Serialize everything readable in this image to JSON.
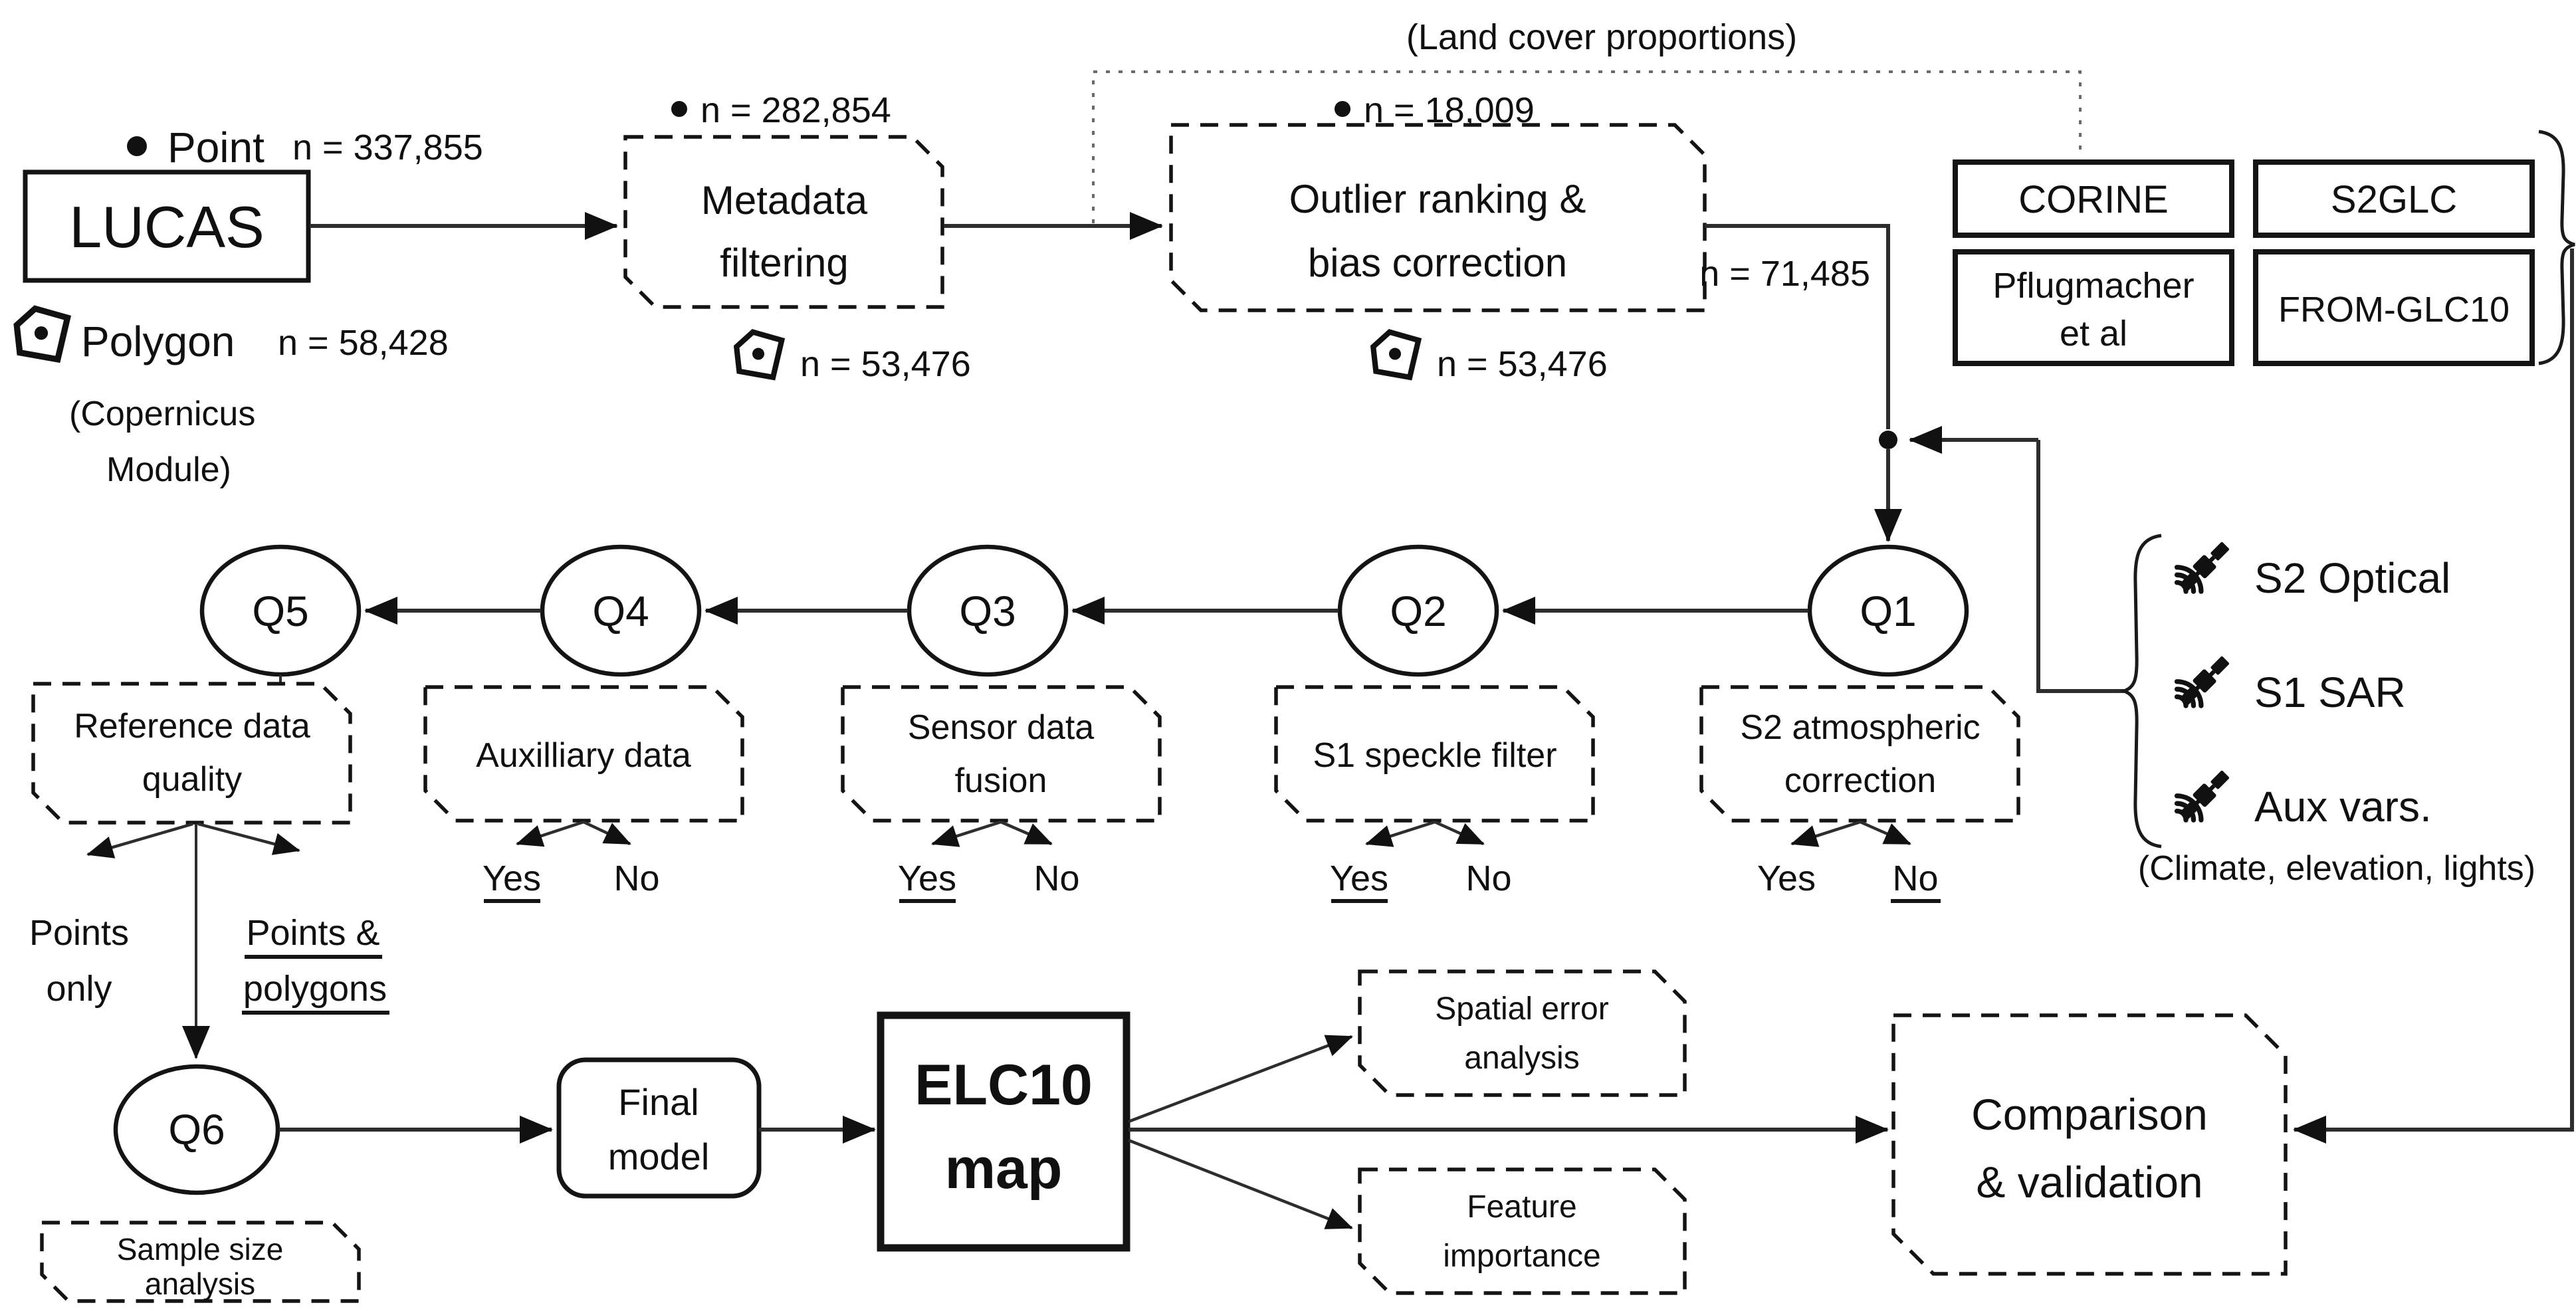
{
  "figure": {
    "legend": {
      "point_label": "Point",
      "point_n": "n = 337,855",
      "polygon_label": "Polygon",
      "polygon_n": "n = 58,428",
      "copernicus_line1": "(Copernicus",
      "copernicus_line2": "Module)"
    },
    "lucas": {
      "label": "LUCAS"
    },
    "metadata": {
      "line1": "Metadata",
      "line2": "filtering",
      "points_n": "n = 282,854",
      "polygons_n": "n = 53,476"
    },
    "outlier": {
      "line1": "Outlier ranking &",
      "line2": "bias correction",
      "points_n": "n = 18,009",
      "polygons_n": "n = 53,476",
      "output_n": "n = 71,485"
    },
    "land_cover_note": "(Land cover proportions)",
    "reference_maps": {
      "corine": "CORINE",
      "s2glc": "S2GLC",
      "pflugmacher_line1": "Pflugmacher",
      "pflugmacher_line2": "et al",
      "from_glc10": "FROM-GLC10"
    },
    "satellite_inputs": {
      "s2_optical": "S2 Optical",
      "s1_sar": "S1 SAR",
      "aux_vars": "Aux vars.",
      "aux_note": "(Climate, elevation, lights)"
    },
    "questions": {
      "q1": "Q1",
      "q2": "Q2",
      "q3": "Q3",
      "q4": "Q4",
      "q5": "Q5",
      "q6": "Q6"
    },
    "decisions": {
      "reference_quality": {
        "line1": "Reference data",
        "line2": "quality",
        "left_line1": "Points",
        "left_line2": "only",
        "right_line1": "Points &",
        "right_line2": "polygons"
      },
      "auxiliary": {
        "label": "Auxilliary data",
        "yes": "Yes",
        "no": "No"
      },
      "fusion": {
        "line1": "Sensor data",
        "line2": "fusion",
        "yes": "Yes",
        "no": "No"
      },
      "speckle": {
        "label": "S1 speckle filter",
        "yes": "Yes",
        "no": "No"
      },
      "atmospheric": {
        "line1": "S2 atmospheric",
        "line2": "correction",
        "yes": "Yes",
        "no": "No"
      }
    },
    "sample_size": {
      "line1": "Sample size",
      "line2": "analysis"
    },
    "final_model": {
      "line1": "Final",
      "line2": "model"
    },
    "elc10": {
      "line1": "ELC10",
      "line2": "map"
    },
    "spatial_error": {
      "line1": "Spatial error",
      "line2": "analysis"
    },
    "feature_importance": {
      "line1": "Feature",
      "line2": "importance"
    },
    "comparison": {
      "line1": "Comparison",
      "line2": "& validation"
    }
  }
}
